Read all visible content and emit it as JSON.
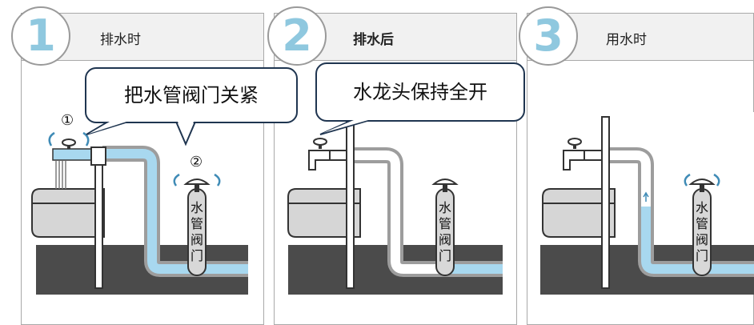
{
  "steps": [
    {
      "number": "1",
      "title": "排水时"
    },
    {
      "number": "2",
      "title": "排水后"
    },
    {
      "number": "3",
      "title": "用水时"
    }
  ],
  "valve_label": {
    "chars": [
      "水",
      "管",
      "阀",
      "门"
    ]
  },
  "callouts": {
    "step1": "把水管阀门关紧",
    "step2": "水龙头保持全开"
  },
  "markers": {
    "first": "①",
    "second": "②"
  },
  "colors": {
    "water": "#a8d8ef",
    "ground": "#4b4b4b",
    "pipe": "#9d9d9d",
    "step_number": "#8fc8df",
    "bubble_border": "#1f3550"
  }
}
